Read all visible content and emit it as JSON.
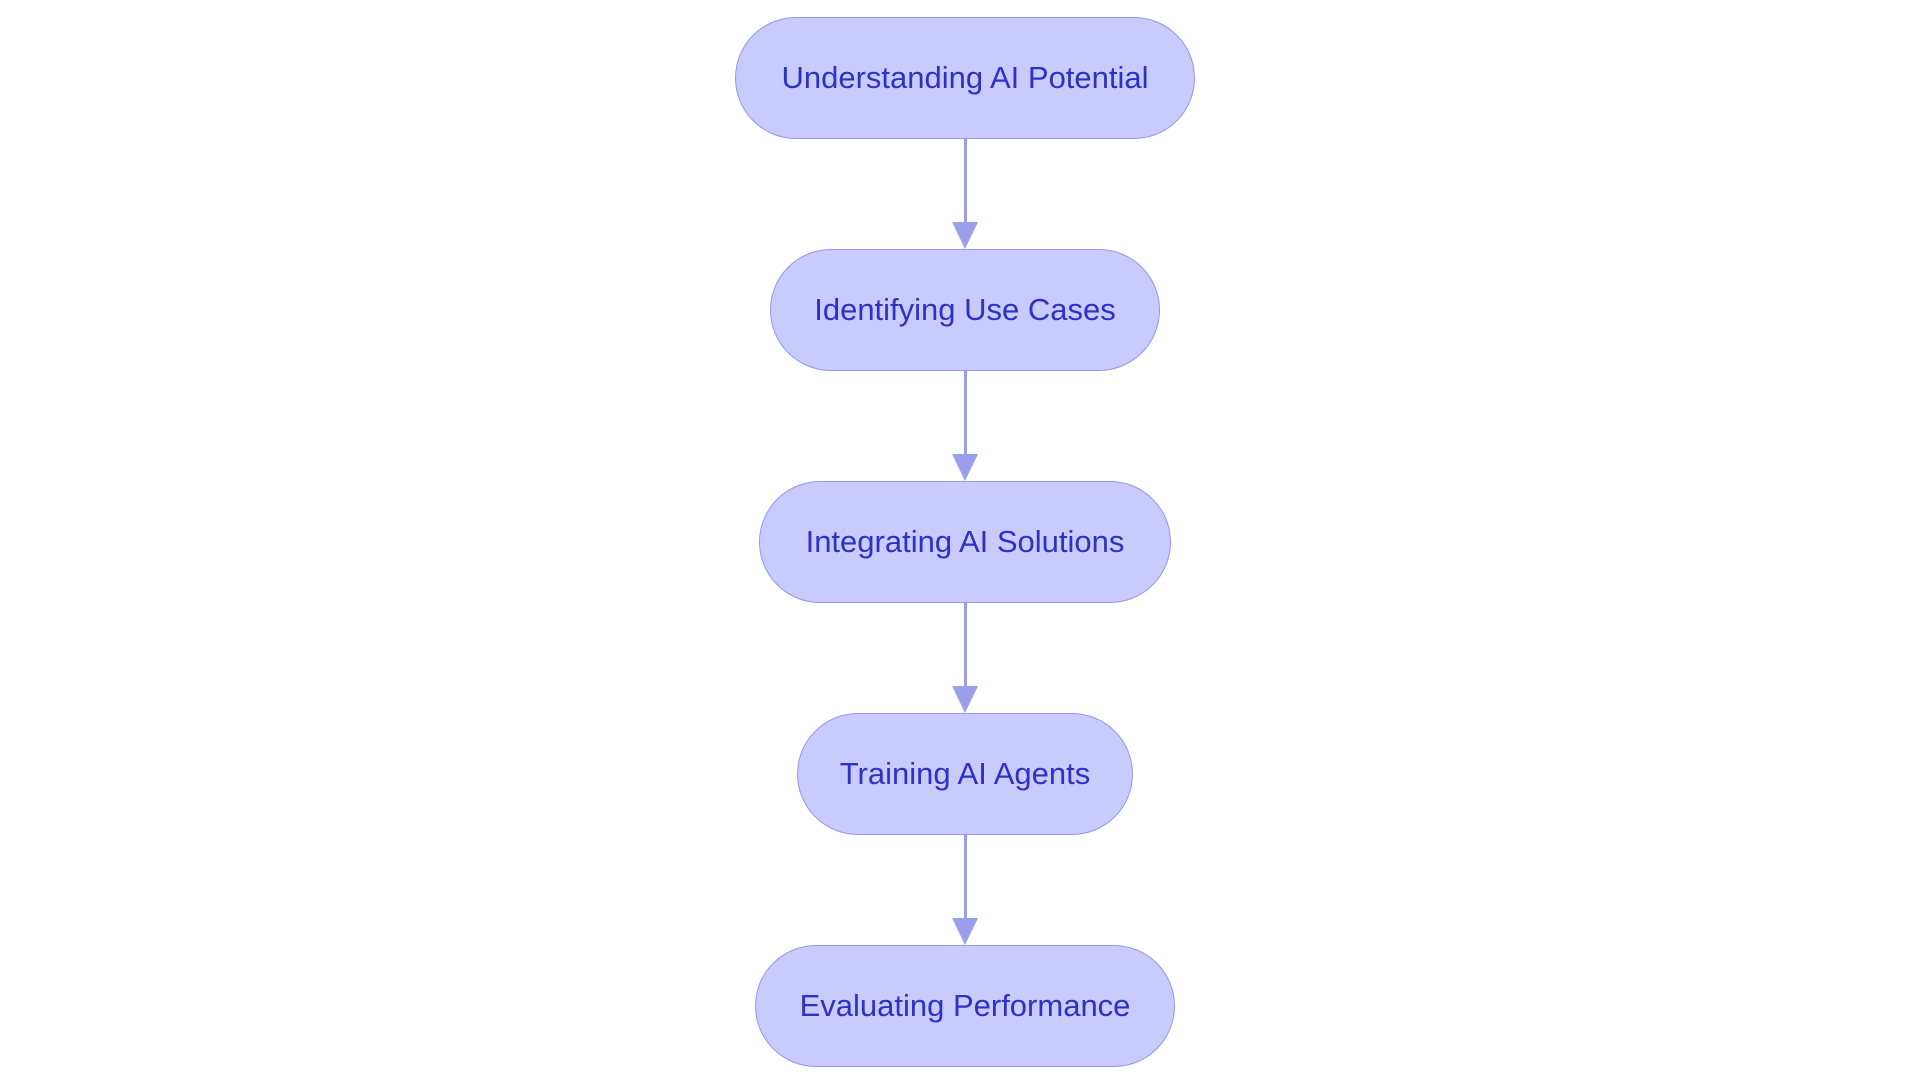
{
  "colors": {
    "node_fill": "#c9cbfe",
    "node_border": "#9596ec",
    "node_text": "#2d31c4",
    "edge": "#9b9eec",
    "background": "#ffffff"
  },
  "nodes": [
    {
      "id": "understanding",
      "label": "Understanding AI Potential"
    },
    {
      "id": "identifying",
      "label": "Identifying Use Cases"
    },
    {
      "id": "integrating",
      "label": "Integrating AI Solutions"
    },
    {
      "id": "training",
      "label": "Training AI Agents"
    },
    {
      "id": "evaluating",
      "label": "Evaluating Performance"
    }
  ],
  "edges": [
    {
      "from": "understanding",
      "to": "identifying"
    },
    {
      "from": "identifying",
      "to": "integrating"
    },
    {
      "from": "integrating",
      "to": "training"
    },
    {
      "from": "training",
      "to": "evaluating"
    }
  ]
}
